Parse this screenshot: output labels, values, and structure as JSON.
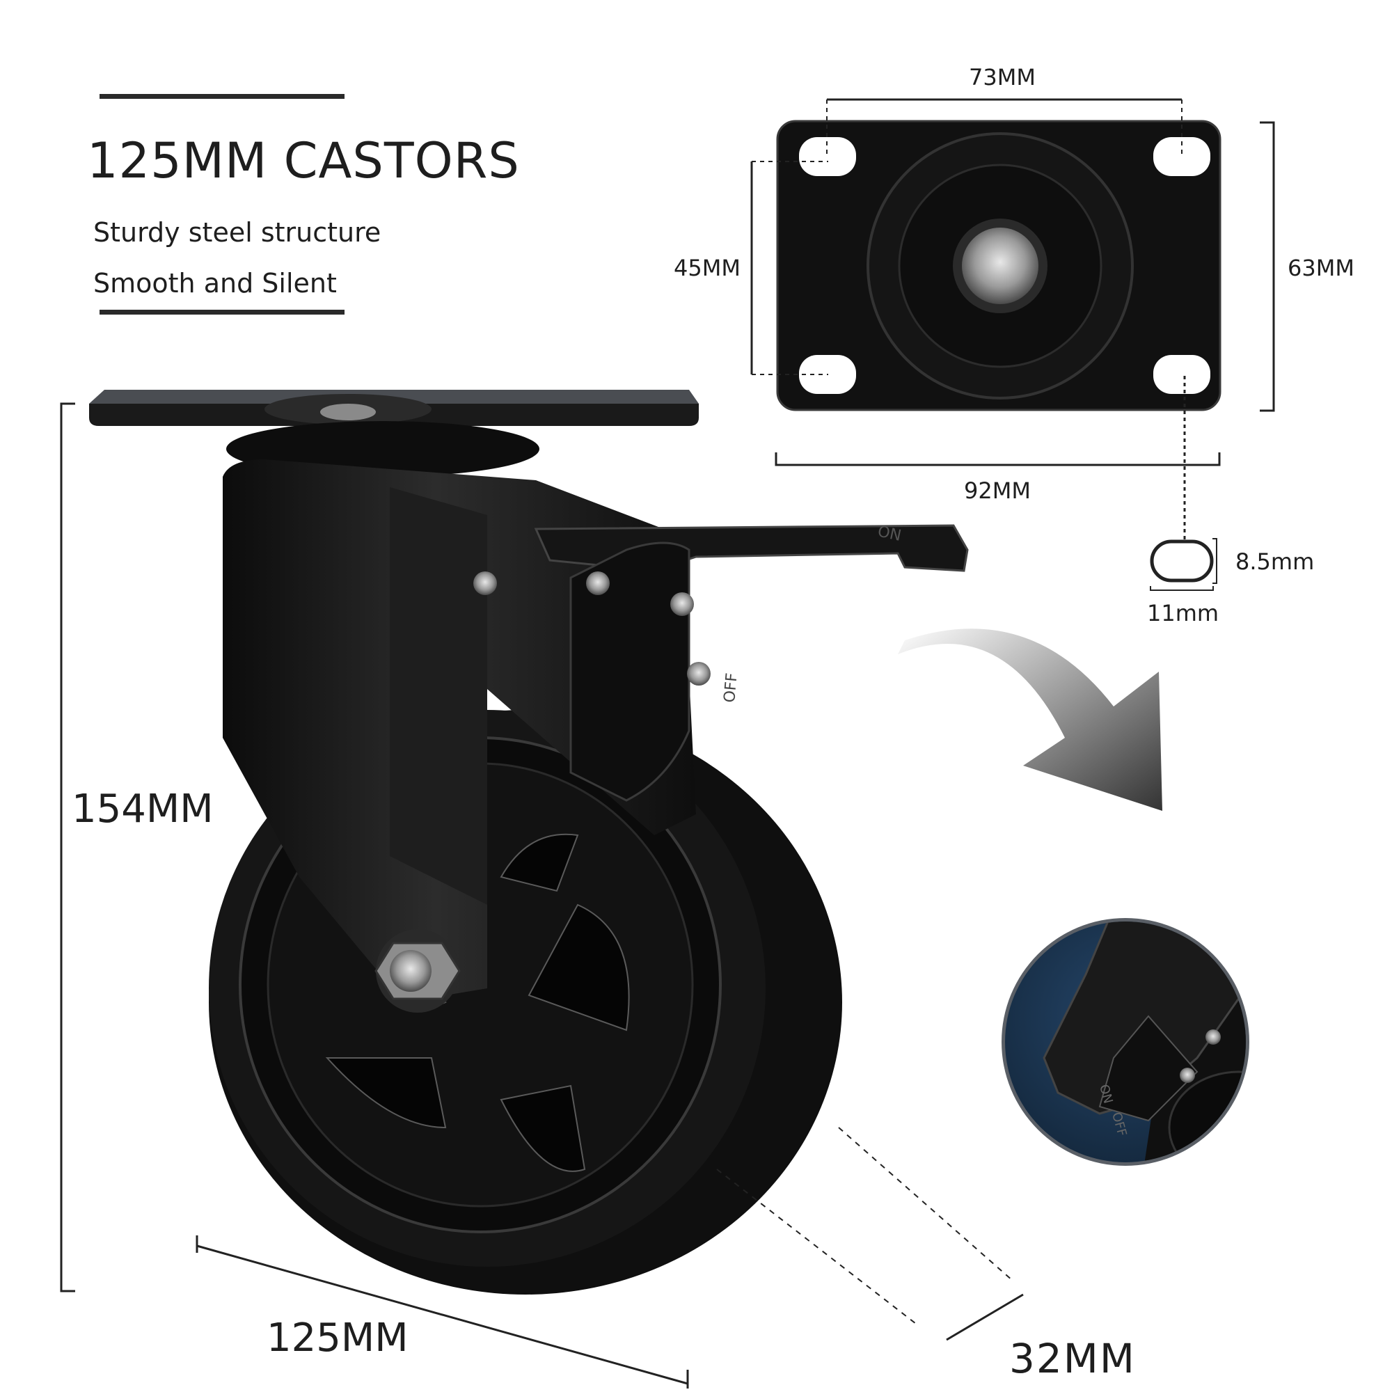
{
  "heading": {
    "title": "125MM CASTORS",
    "features": [
      "Sturdy steel structure",
      "Smooth and Silent"
    ]
  },
  "dimensions": {
    "bolt_spacing_width": "73MM",
    "bolt_spacing_height": "45MM",
    "plate_height": "63MM",
    "plate_width": "92MM",
    "slot_height": "8.5mm",
    "slot_width": "11mm",
    "overall_height": "154MM",
    "wheel_diameter": "125MM",
    "wheel_width": "32MM"
  },
  "colors": {
    "caster_black": "#141414",
    "accent_dark": "#2a2a2a",
    "detail_background": "#1f3a55"
  },
  "brake_markings": [
    "ON",
    "OFF"
  ]
}
